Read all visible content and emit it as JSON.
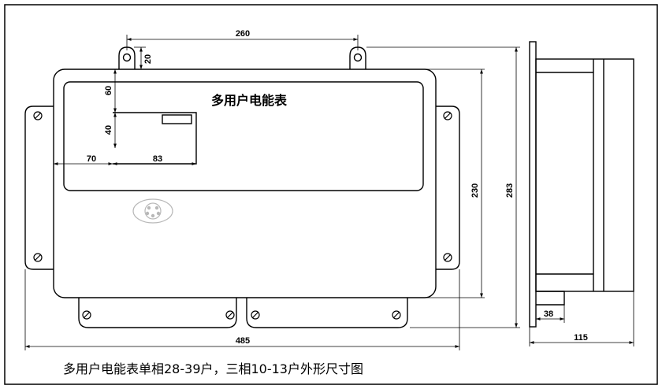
{
  "panel_title": "多用户电能表",
  "caption": "多用户电能表单相28-39户，三相10-13户外形尺寸图",
  "dimensions": {
    "top_hole_spacing": "260",
    "top_ear_height": "20",
    "window_top_offset": "60",
    "cutout_height": "40",
    "cutout_left_offset": "70",
    "cutout_width": "83",
    "inner_height": "230",
    "total_height": "283",
    "total_width": "485",
    "side_offset": "38",
    "side_depth": "115"
  }
}
